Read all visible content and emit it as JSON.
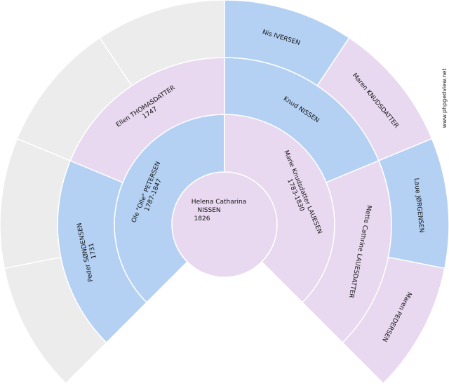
{
  "colors": {
    "male": "#b4d1f4",
    "female": "#e8d8f0",
    "unknown": "#ececec",
    "root": "#e8d8f0"
  },
  "watermark": "www.phpgedview.net",
  "root": {
    "lines": [
      "Helena Catharina",
      "NISSEN",
      "1826"
    ],
    "sex": "female"
  },
  "generations": [
    [
      {
        "sex": "male",
        "lines": [
          "Ole \"Olle\" PETERSEN",
          "1787-1847"
        ]
      },
      {
        "sex": "female",
        "lines": [
          "Marie Knudsdatter LAUESEN",
          "1783-1830"
        ]
      }
    ],
    [
      {
        "sex": "male",
        "lines": [
          "Peder SØNDENSEN",
          "1731"
        ]
      },
      {
        "sex": "female",
        "lines": [
          "Ellen THOMASDATTER",
          "1747"
        ]
      },
      {
        "sex": "male",
        "lines": [
          "Knud NISSEN"
        ]
      },
      {
        "sex": "female",
        "lines": [
          "Mette Cathrine LAUESDATTER"
        ]
      }
    ],
    [
      {
        "sex": "unknown",
        "lines": []
      },
      {
        "sex": "unknown",
        "lines": []
      },
      {
        "sex": "unknown",
        "lines": []
      },
      {
        "sex": "unknown",
        "lines": []
      },
      {
        "sex": "male",
        "lines": [
          "Nis IVERSEN"
        ]
      },
      {
        "sex": "female",
        "lines": [
          "Maren KNUDSDATTER"
        ]
      },
      {
        "sex": "male",
        "lines": [
          "Laue JØRGENSEN"
        ]
      },
      {
        "sex": "female",
        "lines": [
          "Maren PEDERSEN"
        ]
      }
    ]
  ]
}
